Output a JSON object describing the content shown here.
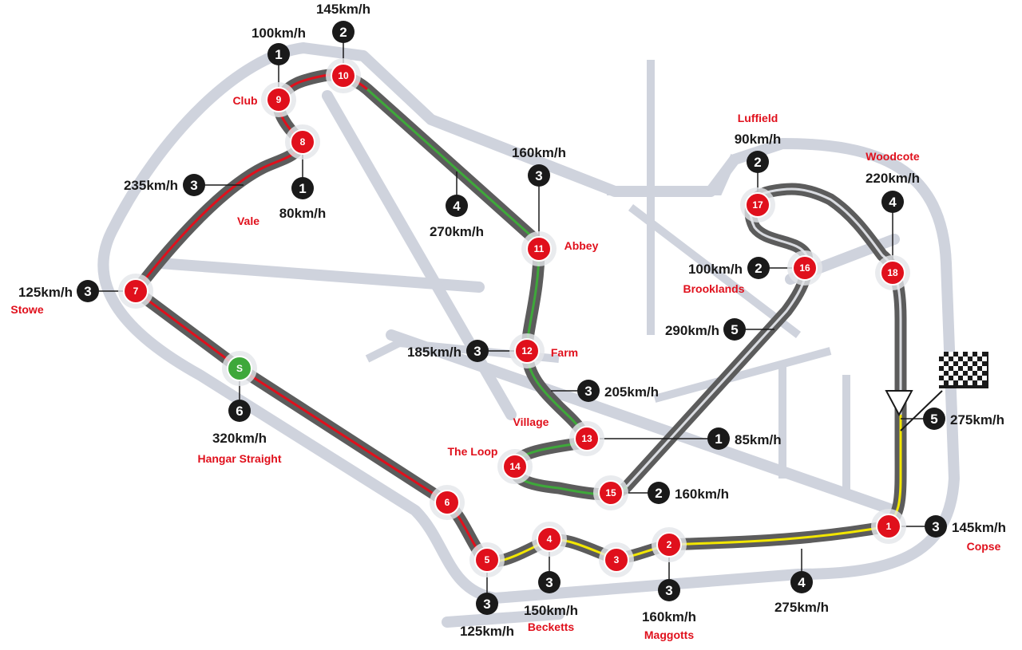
{
  "colors": {
    "runoff": "#cfd3dd",
    "track": "#5c5c5c",
    "corner": "#e0101c",
    "gear": "#1a1a1a",
    "start": "#3ea83a",
    "drs": "#3ea83a",
    "fast": "#f2e600",
    "brake": "#e0101c"
  },
  "start_marker": "S",
  "corners": [
    {
      "num": "1",
      "name": "Copse"
    },
    {
      "num": "2",
      "name": "Maggotts"
    },
    {
      "num": "3",
      "name": ""
    },
    {
      "num": "4",
      "name": "Becketts"
    },
    {
      "num": "5",
      "name": ""
    },
    {
      "num": "6",
      "name": ""
    },
    {
      "num": "7",
      "name": "Stowe"
    },
    {
      "num": "8",
      "name": "Vale"
    },
    {
      "num": "9",
      "name": "Club"
    },
    {
      "num": "10",
      "name": ""
    },
    {
      "num": "11",
      "name": "Abbey"
    },
    {
      "num": "12",
      "name": "Farm"
    },
    {
      "num": "13",
      "name": "Village"
    },
    {
      "num": "14",
      "name": "The Loop"
    },
    {
      "num": "15",
      "name": ""
    },
    {
      "num": "16",
      "name": "Brooklands"
    },
    {
      "num": "17",
      "name": "Luffield"
    },
    {
      "num": "18",
      "name": "Woodcote"
    }
  ],
  "extra_labels": [
    "Hangar Straight"
  ],
  "speed_points": [
    {
      "gear": "2",
      "speed": "145km/h"
    },
    {
      "gear": "1",
      "speed": "100km/h"
    },
    {
      "gear": "3",
      "speed": "235km/h"
    },
    {
      "gear": "1",
      "speed": "80km/h"
    },
    {
      "gear": "4",
      "speed": "270km/h"
    },
    {
      "gear": "3",
      "speed": "160km/h"
    },
    {
      "gear": "3",
      "speed": "125km/h"
    },
    {
      "gear": "6",
      "speed": "320km/h"
    },
    {
      "gear": "3",
      "speed": "185km/h"
    },
    {
      "gear": "3",
      "speed": "205km/h"
    },
    {
      "gear": "1",
      "speed": "85km/h"
    },
    {
      "gear": "2",
      "speed": "160km/h"
    },
    {
      "gear": "5",
      "speed": "290km/h"
    },
    {
      "gear": "2",
      "speed": "100km/h"
    },
    {
      "gear": "2",
      "speed": "90km/h"
    },
    {
      "gear": "4",
      "speed": "220km/h"
    },
    {
      "gear": "5",
      "speed": "275km/h"
    },
    {
      "gear": "3",
      "speed": "145km/h"
    },
    {
      "gear": "4",
      "speed": "275km/h"
    },
    {
      "gear": "3",
      "speed": "160km/h"
    },
    {
      "gear": "3",
      "speed": "150km/h"
    },
    {
      "gear": "3",
      "speed": "125km/h"
    }
  ]
}
